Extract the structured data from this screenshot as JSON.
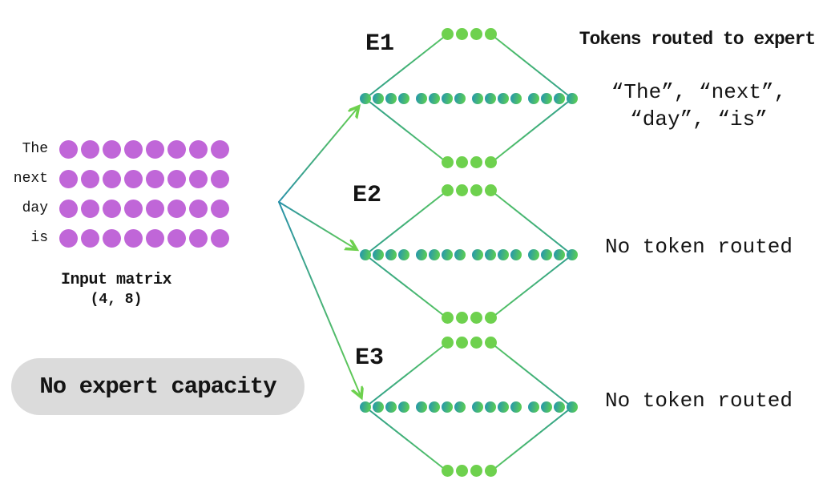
{
  "input_matrix": {
    "tokens": [
      "The",
      "next",
      "day",
      "is"
    ],
    "cols": 8,
    "caption_line1": "Input matrix",
    "caption_line2": "(4, 8)"
  },
  "note": {
    "label": "No expert capacity"
  },
  "routing": {
    "header": "Tokens routed to expert"
  },
  "experts": [
    {
      "label": "E1",
      "middle_dots": 16,
      "edge_dots": 4,
      "routed_lines": [
        "“The”, “next”,",
        "“day”, “is”"
      ]
    },
    {
      "label": "E2",
      "middle_dots": 16,
      "edge_dots": 4,
      "routed_lines": [
        "No token routed"
      ]
    },
    {
      "label": "E3",
      "middle_dots": 16,
      "edge_dots": 4,
      "routed_lines": [
        "No token routed"
      ]
    }
  ],
  "colors": {
    "purple": "#c066d8",
    "light_green": "#6ed14e",
    "teal": "#2b9ca4",
    "green": "#58ca59",
    "line_teal": "#2f9f8d",
    "line_green": "#58c561",
    "arrow_teal": "#2a92aa",
    "arrow_green": "#64ce4d",
    "note_bg": "#dbdbdb",
    "text": "#141414"
  }
}
